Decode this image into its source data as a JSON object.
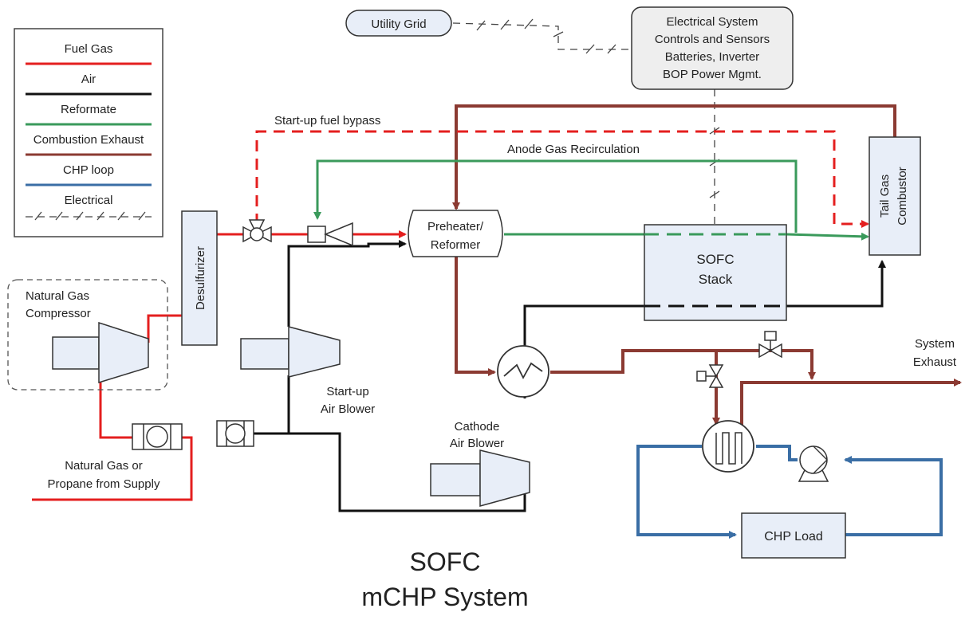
{
  "colors": {
    "fuel_gas": "#e41f1f",
    "air": "#111111",
    "reformate": "#3a9a5b",
    "combustion_exhaust": "#8b3a32",
    "chp_loop": "#3a6ea5",
    "electrical": "#444444",
    "component_fill": "#e8eef8"
  },
  "legend": {
    "items": [
      {
        "label": "Fuel Gas",
        "style": "solid",
        "color_key": "fuel_gas"
      },
      {
        "label": "Air",
        "style": "solid",
        "color_key": "air"
      },
      {
        "label": "Reformate",
        "style": "solid",
        "color_key": "reformate"
      },
      {
        "label": "Combustion Exhaust",
        "style": "solid",
        "color_key": "combustion_exhaust"
      },
      {
        "label": "CHP loop",
        "style": "solid",
        "color_key": "chp_loop"
      },
      {
        "label": "Electrical",
        "style": "dashed-slash",
        "color_key": "electrical"
      }
    ]
  },
  "components": {
    "utility_grid": "Utility Grid",
    "electrical_system": [
      "Electrical System",
      "Controls and Sensors",
      "Batteries, Inverter",
      "BOP Power Mgmt."
    ],
    "natural_gas_compressor": [
      "Natural Gas",
      "Compressor"
    ],
    "desulfurizer": "Desulfurizer",
    "preheater_reformer": [
      "Preheater/",
      "Reformer"
    ],
    "sofc_stack": [
      "SOFC",
      "Stack"
    ],
    "tail_gas_combustor": [
      "Tail Gas",
      "Combustor"
    ],
    "startup_air_blower": [
      "Start-up",
      "Air Blower"
    ],
    "cathode_air_blower": [
      "Cathode",
      "Air Blower"
    ],
    "chp_load": "CHP Load",
    "supply": [
      "Natural Gas or",
      "Propane from Supply"
    ],
    "system_exhaust": [
      "System",
      "Exhaust"
    ]
  },
  "flow_labels": {
    "startup_bypass": "Start-up fuel bypass",
    "anode_recirculation": "Anode Gas Recirculation"
  },
  "title": [
    "SOFC",
    "mCHP System"
  ]
}
